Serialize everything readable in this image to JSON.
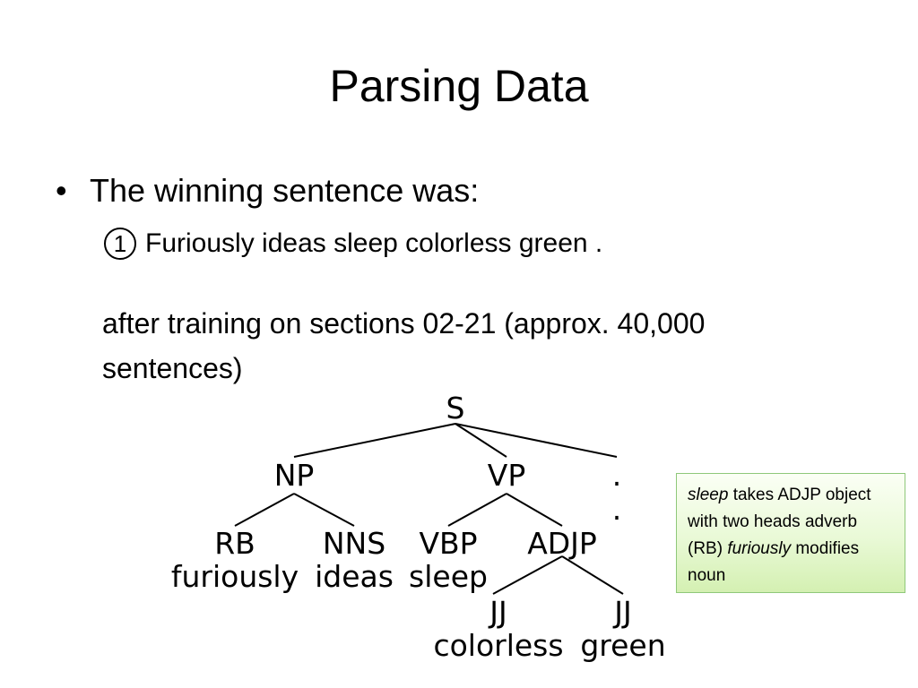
{
  "slide": {
    "title": "Parsing Data",
    "bullet": "The winning sentence was:",
    "sub_number": "1",
    "sub_text": "Furiously ideas sleep colorless green .",
    "note": "after training on sections 02-21 (approx. 40,000 sentences)"
  },
  "tree": {
    "root": "S",
    "np": "NP",
    "vp": "VP",
    "punct": ".",
    "punct_word": ".",
    "rb": "RB",
    "nns": "NNS",
    "vbp": "VBP",
    "adjp": "ADJP",
    "jj1": "JJ",
    "jj2": "JJ",
    "w_furiously": "furiously",
    "w_ideas": "ideas",
    "w_sleep": "sleep",
    "w_colorless": "colorless",
    "w_green": "green"
  },
  "callout": {
    "word1": "sleep",
    "text1": " takes ADJP object with two heads adverb (RB) ",
    "word2": "furiously",
    "text2": " modifies noun"
  }
}
